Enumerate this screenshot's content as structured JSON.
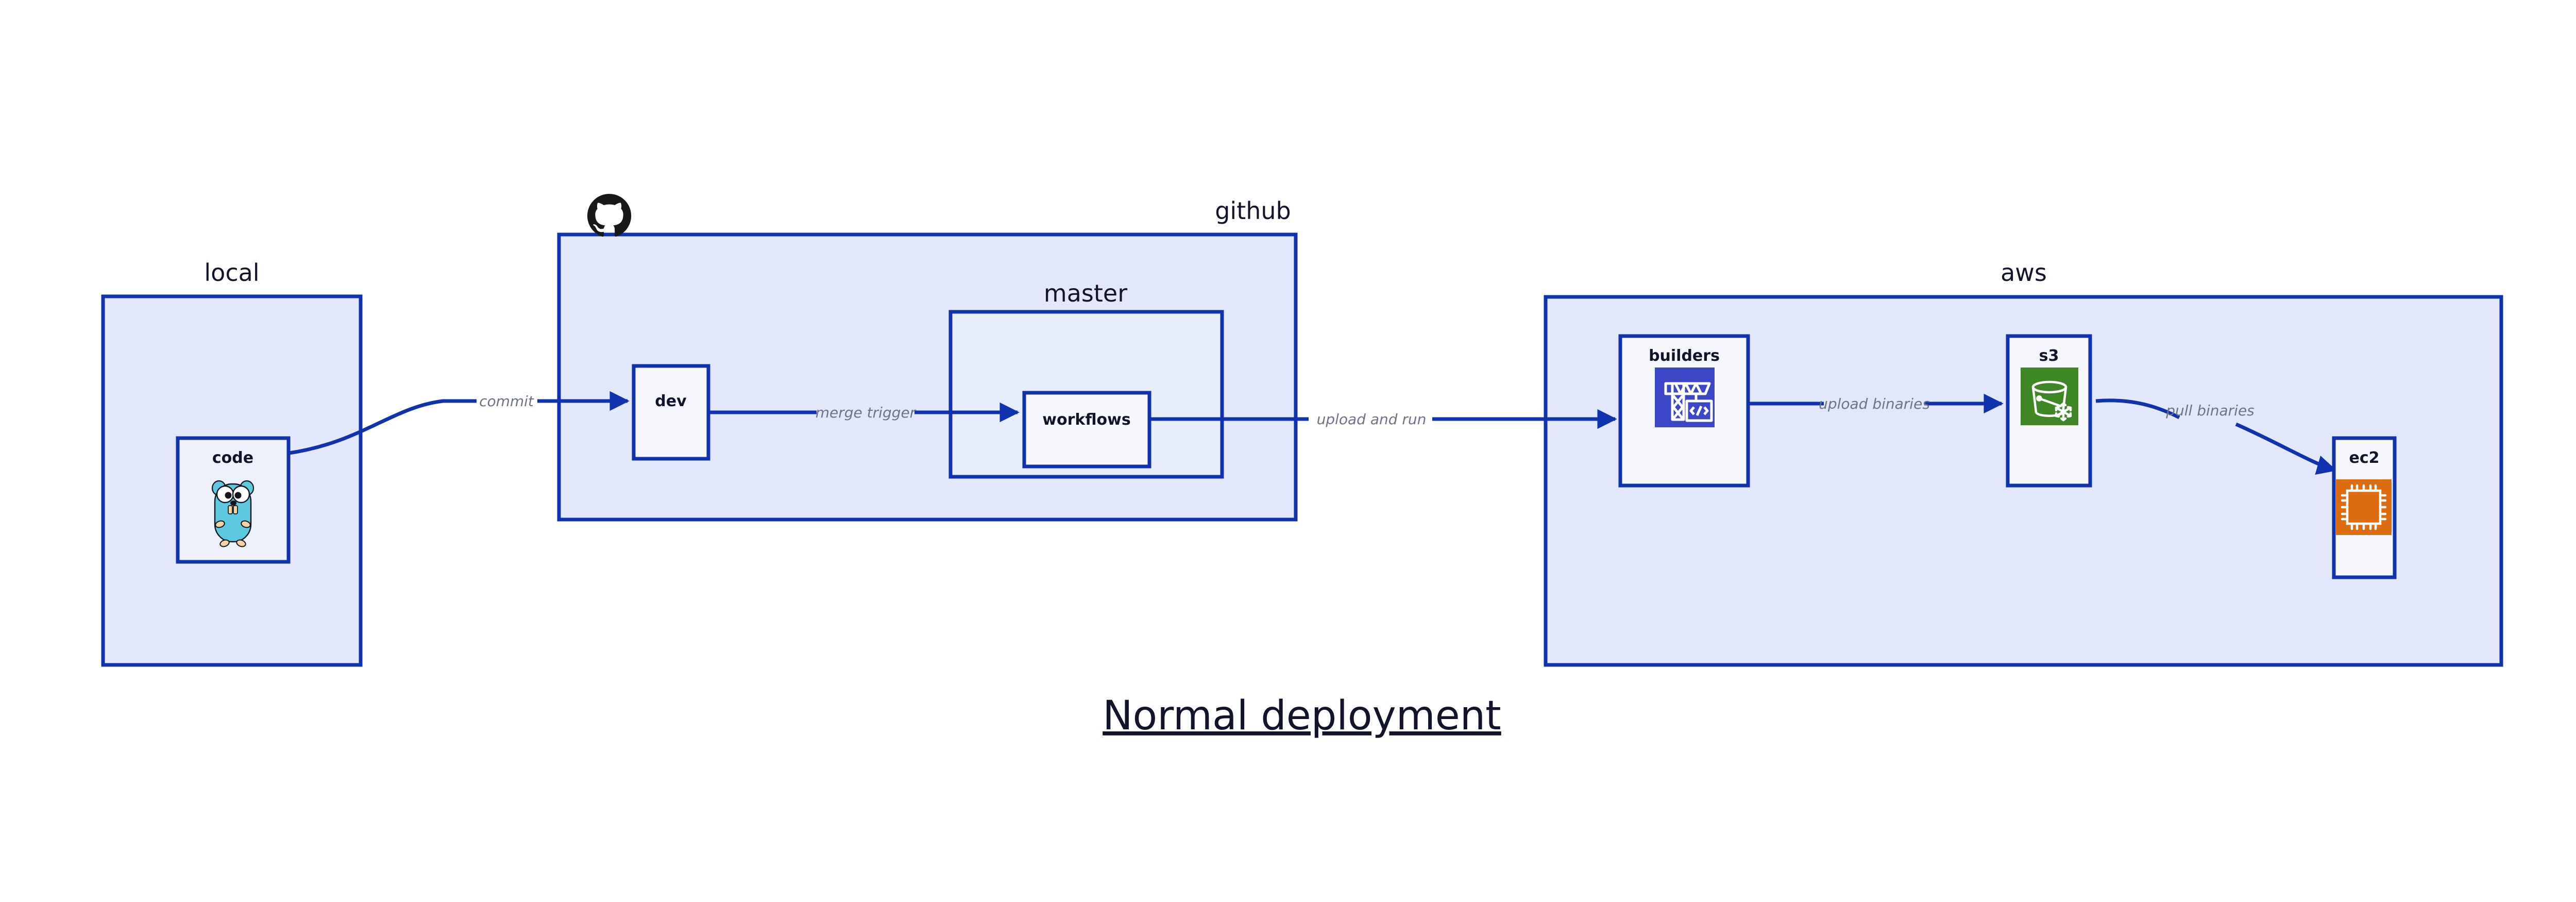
{
  "diagram": {
    "title": "Normal deployment",
    "background": "#ffffff",
    "accent_color": "#0f33ae",
    "group_fill": "#e2e7fb",
    "label_color": "#6e7488"
  },
  "groups": [
    {
      "id": "local",
      "label": "local"
    },
    {
      "id": "github",
      "label": "github"
    },
    {
      "id": "master",
      "label": "master"
    },
    {
      "id": "aws",
      "label": "aws"
    }
  ],
  "nodes": [
    {
      "id": "code",
      "label": "code",
      "icon": "go-gopher-icon"
    },
    {
      "id": "dev",
      "label": "dev",
      "icon": "none"
    },
    {
      "id": "workflows",
      "label": "workflows",
      "icon": "none"
    },
    {
      "id": "builders",
      "label": "builders",
      "icon": "aws-codebuild-icon",
      "icon_color": "#3b47c6"
    },
    {
      "id": "s3",
      "label": "s3",
      "icon": "aws-s3-glacier-icon",
      "icon_color": "#3f8624"
    },
    {
      "id": "ec2",
      "label": "ec2",
      "icon": "aws-ec2-icon",
      "icon_color": "#dd6b10"
    }
  ],
  "edges": [
    {
      "id": "commit",
      "label": "commit",
      "from": "code",
      "to": "dev"
    },
    {
      "id": "merge-trigger",
      "label": "merge trigger",
      "from": "dev",
      "to": "workflows"
    },
    {
      "id": "upload-run",
      "label": "upload and run",
      "from": "workflows",
      "to": "builders"
    },
    {
      "id": "upload-bin",
      "label": "upload binaries",
      "from": "builders",
      "to": "s3"
    },
    {
      "id": "pull-bin",
      "label": "pull binaries",
      "from": "s3",
      "to": "ec2"
    }
  ],
  "icons": {
    "github_mark": "github-octocat-icon"
  }
}
